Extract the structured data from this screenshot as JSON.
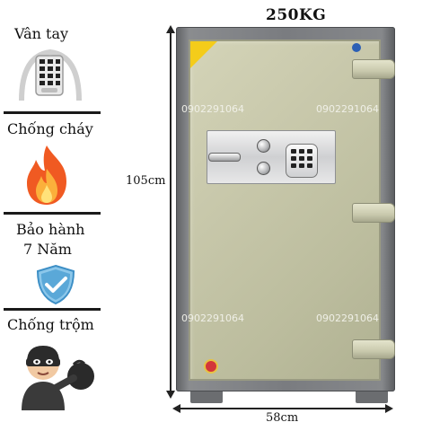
{
  "title": "250KG",
  "features": [
    {
      "label": "Vân tay",
      "icon": "fingerprint-keypad-icon"
    },
    {
      "label": "Chống cháy",
      "icon": "fire-icon"
    },
    {
      "label": "Bảo hành",
      "label2": "7 Năm",
      "icon": "shield-check-icon"
    },
    {
      "label": "Chống trộm",
      "icon": "thief-icon"
    }
  ],
  "watermark_phone": "0902291064",
  "dimensions": {
    "height": "105cm",
    "width": "58cm"
  },
  "colors": {
    "safe_door": "#c8c8ab",
    "safe_frame": "#7a7c80",
    "fire": "#f05a22",
    "shield": "#5aa8d8"
  }
}
